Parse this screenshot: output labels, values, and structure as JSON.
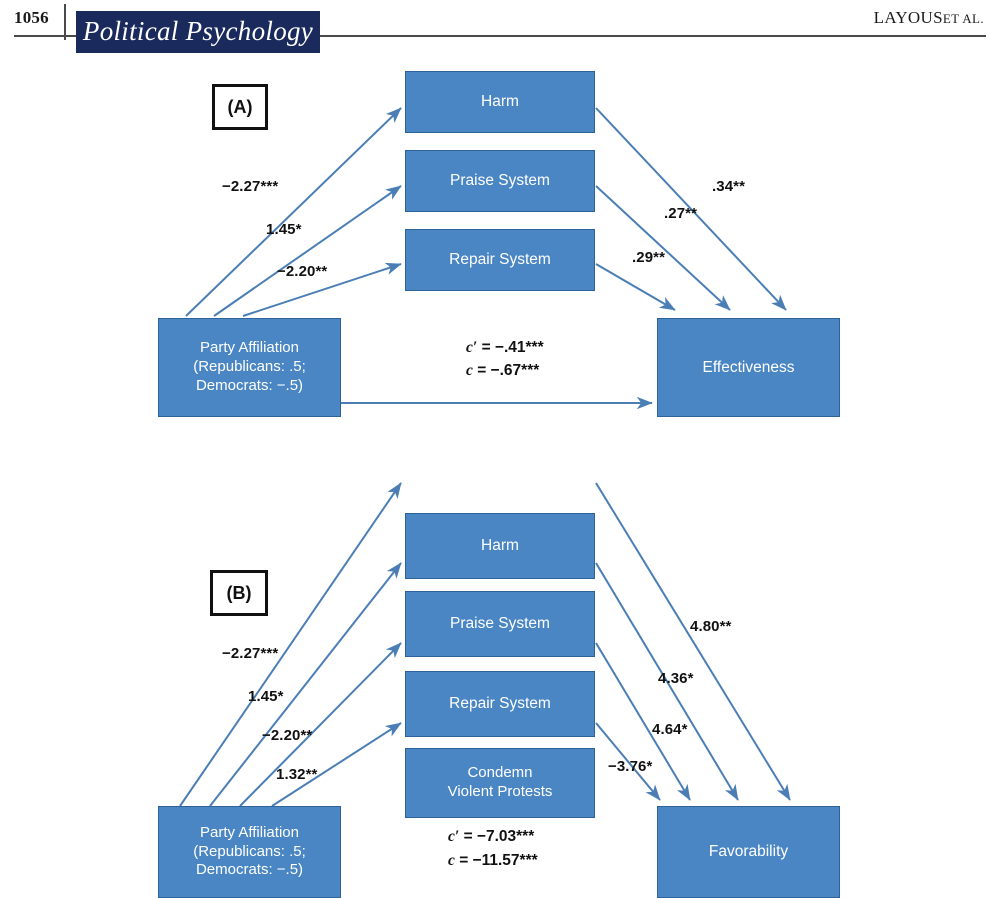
{
  "running_head": {
    "page_number": "1056",
    "journal": "Political Psychology",
    "authors_main": "LAYOUS",
    "authors_etal": "ET AL."
  },
  "colors": {
    "node_fill": "#4a86c3",
    "node_border": "#2c6399",
    "arrow": "#4a7eb5",
    "plate": "#1b2a5c",
    "text_dark": "#111111"
  },
  "panels": [
    {
      "id": "A",
      "badge": "(A)",
      "predictor": {
        "line1": "Party Affiliation",
        "line2": "(Republicans: .5;",
        "line3": "Democrats: −.5)"
      },
      "outcome": "Effectiveness",
      "mediators": [
        {
          "label": "Harm",
          "a_path": "−2.27***",
          "b_path": ".34**"
        },
        {
          "label": "Praise System",
          "a_path": "1.45*",
          "b_path": ".27**"
        },
        {
          "label": "Repair System",
          "a_path": "−2.20**",
          "b_path": ".29**"
        }
      ],
      "direct_effects": [
        {
          "symbol": "c′",
          "value": "= −.41***"
        },
        {
          "symbol": "c",
          "value": "= −.67***"
        }
      ]
    },
    {
      "id": "B",
      "badge": "(B)",
      "predictor": {
        "line1": "Party Affiliation",
        "line2": "(Republicans: .5;",
        "line3": "Democrats: −.5)"
      },
      "outcome": "Favorability",
      "mediators": [
        {
          "label": "Harm",
          "label2": "",
          "a_path": "−2.27***",
          "b_path": "4.80**"
        },
        {
          "label": "Praise System",
          "label2": "",
          "a_path": "1.45*",
          "b_path": "4.36*"
        },
        {
          "label": "Repair System",
          "label2": "",
          "a_path": "−2.20**",
          "b_path": "4.64*"
        },
        {
          "label": "Condemn",
          "label2": "Violent Protests",
          "a_path": "1.32**",
          "b_path": "−3.76*"
        }
      ],
      "direct_effects": [
        {
          "symbol": "c′",
          "value": "= −7.03***"
        },
        {
          "symbol": "c",
          "value": "= −11.57***"
        }
      ]
    }
  ]
}
